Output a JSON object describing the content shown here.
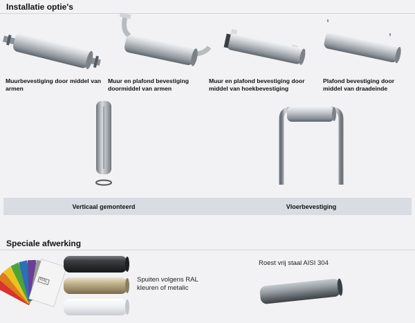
{
  "install": {
    "title": "Installatie optie's",
    "options": [
      {
        "label": "Muurbevestiging door middel van armen"
      },
      {
        "label": "Muur en plafond bevestiging doormiddel van armen"
      },
      {
        "label": "Muur en plafond bevestiging door middel van hoekbevestiging"
      },
      {
        "label": "Plafond bevestiging door middel van draadeinde"
      }
    ],
    "vertical_label": "Verticaal gemonteerd",
    "floor_label": "Vloerbevestiging"
  },
  "finish": {
    "title": "Speciale afwerking",
    "ral_text_1": "Spuiten volgens RAL",
    "ral_text_2": "kleuren of metalic",
    "ral_badge": "RAL",
    "stainless_text": "Roest vrij staal AISI 304"
  },
  "colors": {
    "label_bar": "#d9dde3",
    "tube_silver": "#b9bdc3",
    "tube_black": "#2b2d30",
    "tube_gold": "#b7a98a",
    "tube_white": "#e9eaec"
  }
}
